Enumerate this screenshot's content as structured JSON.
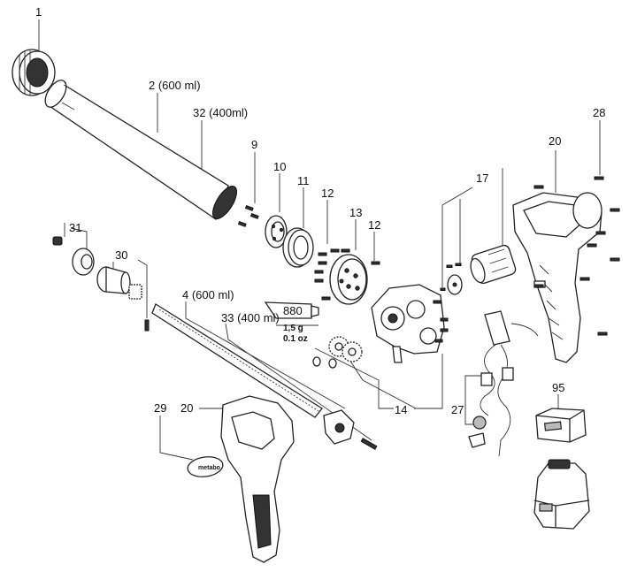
{
  "callouts": {
    "c1": "1",
    "c2": "2 (600 ml)",
    "c32": "32 (400ml)",
    "c9": "9",
    "c10": "10",
    "c11": "11",
    "c12a": "12",
    "c13": "13",
    "c12b": "12",
    "c17": "17",
    "c20a": "20",
    "c28": "28",
    "c31": "31",
    "c30": "30",
    "c4": "4 (600 ml)",
    "c33": "33 (400 ml)",
    "c880": "880",
    "c14": "14",
    "c27": "27",
    "c95": "95",
    "c29": "29",
    "c20b": "20"
  },
  "grease_qty": {
    "grams": "1,5 g",
    "ounces": "0.1 oz"
  },
  "sticker_text": "metabo"
}
